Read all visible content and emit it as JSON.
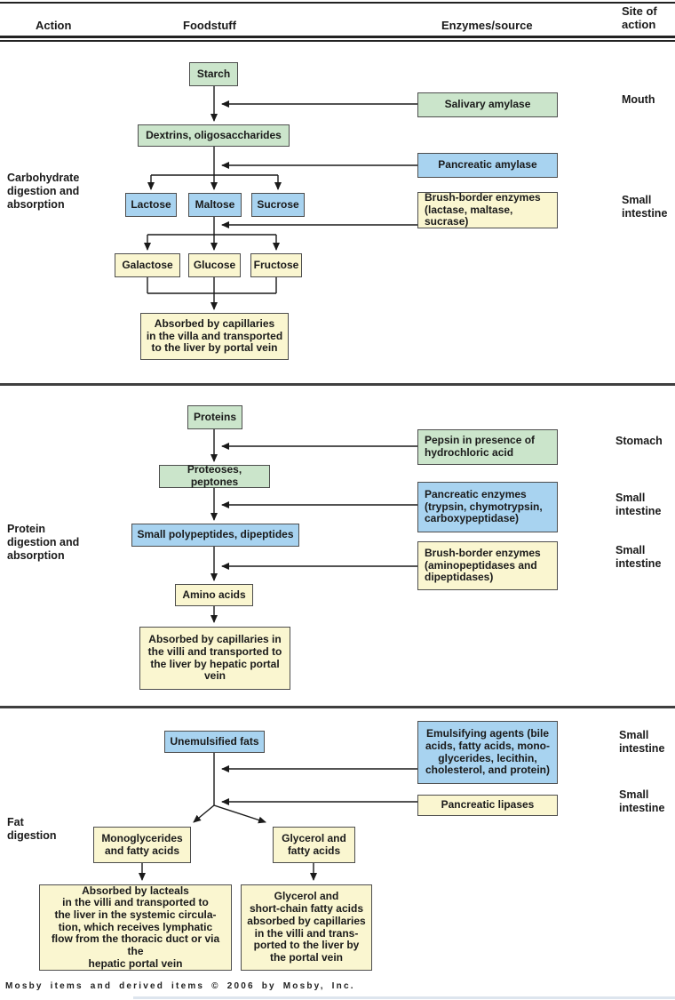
{
  "header": {
    "action": "Action",
    "foodstuff": "Foodstuff",
    "enzymes": "Enzymes/source",
    "site": "Site of\naction"
  },
  "carb": {
    "label": "Carbohydrate\ndigestion and\nabsorption",
    "starch": "Starch",
    "dextrins": "Dextrins, oligosaccharides",
    "lactose": "Lactose",
    "maltose": "Maltose",
    "sucrose": "Sucrose",
    "galactose": "Galactose",
    "glucose": "Glucose",
    "fructose": "Fructose",
    "absorbed": "Absorbed by capillaries\nin the villa and transported\nto the liver by portal vein",
    "salivary": "Salivary amylase",
    "pancreatic": "Pancreatic amylase",
    "brush": "Brush-border enzymes\n(lactase, maltase, sucrase)",
    "site_mouth": "Mouth",
    "site_small": "Small\nintestine"
  },
  "protein": {
    "label": "Protein\ndigestion and\nabsorption",
    "proteins": "Proteins",
    "proteoses": "Proteoses, peptones",
    "polypeptides": "Small polypeptides, dipeptides",
    "amino": "Amino acids",
    "absorbed": "Absorbed by capillaries in\nthe villi and transported to\nthe liver by hepatic portal\nvein",
    "pepsin": "Pepsin in presence of\nhydrochloric acid",
    "pancreatic": "Pancreatic enzymes\n(trypsin, chymotrypsin,\ncarboxypeptidase)",
    "brush": "Brush-border enzymes\n(aminopeptidases and\ndipeptidases)",
    "site_stomach": "Stomach",
    "site_small_1": "Small\nintestine",
    "site_small_2": "Small\nintestine"
  },
  "fat": {
    "label": "Fat\ndigestion",
    "unemulsified": "Unemulsified fats",
    "mono": "Monoglycerides\nand fatty acids",
    "glycerol": "Glycerol and\nfatty acids",
    "absorbed_left": "Absorbed by lacteals\nin the villi and transported to\nthe liver in the systemic circula-\ntion, which receives lymphatic\nflow from the thoracic duct or via the\nhepatic portal vein",
    "absorbed_right": "Glycerol and\nshort-chain fatty acids\nabsorbed by capillaries\nin the villi and trans-\nported to the liver by\nthe portal vein",
    "emulsifying": "Emulsifying agents (bile\nacids, fatty acids, mono-\nglycerides, lecithin,\ncholesterol, and protein)",
    "lipases": "Pancreatic lipases",
    "site_small_1": "Small\nintestine",
    "site_small_2": "Small\nintestine"
  },
  "footer": "Mosby items and derived items © 2006 by Mosby, Inc.",
  "colors": {
    "box_green": "#cbe5cb",
    "box_blue": "#a8d3f0",
    "box_yellow": "#faf6d0",
    "box_border": "#4d4d4d",
    "line": "#1a1a1a"
  }
}
